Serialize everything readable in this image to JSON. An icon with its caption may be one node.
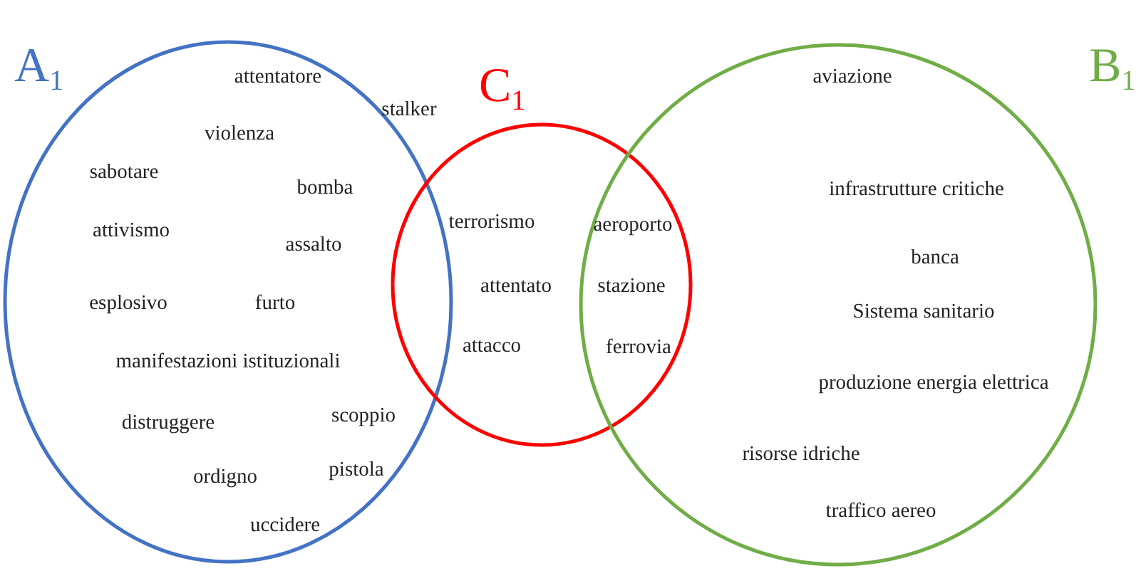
{
  "diagram": {
    "nodes": [
      {
        "text": [
          "A$_{1}$"
        ]
      },
      {
        "text": [
          "C$_{1}$"
        ]
      },
      {
        "text": [
          "B$_{1}$"
        ]
      }
    ],
    "labels": [
      "attentatore",
      "stalker",
      "violenza",
      "sabotare",
      "bomba",
      "attivismo",
      "assalto",
      "esplosivo",
      "furto",
      "manifestazioni istituzionali",
      "distruggere",
      "scoppio",
      "ordigno",
      "pistola",
      "uccidere",
      "terrorismo",
      "attentato",
      "attacco",
      "aeroporto",
      "stazione",
      "ferrovia",
      "aviazione",
      "infrastrutture critiche",
      "banca",
      "Sistema sanitario",
      "produzione energia elettrica",
      "risorse idriche",
      "traffico aereo"
    ]
  }
}
